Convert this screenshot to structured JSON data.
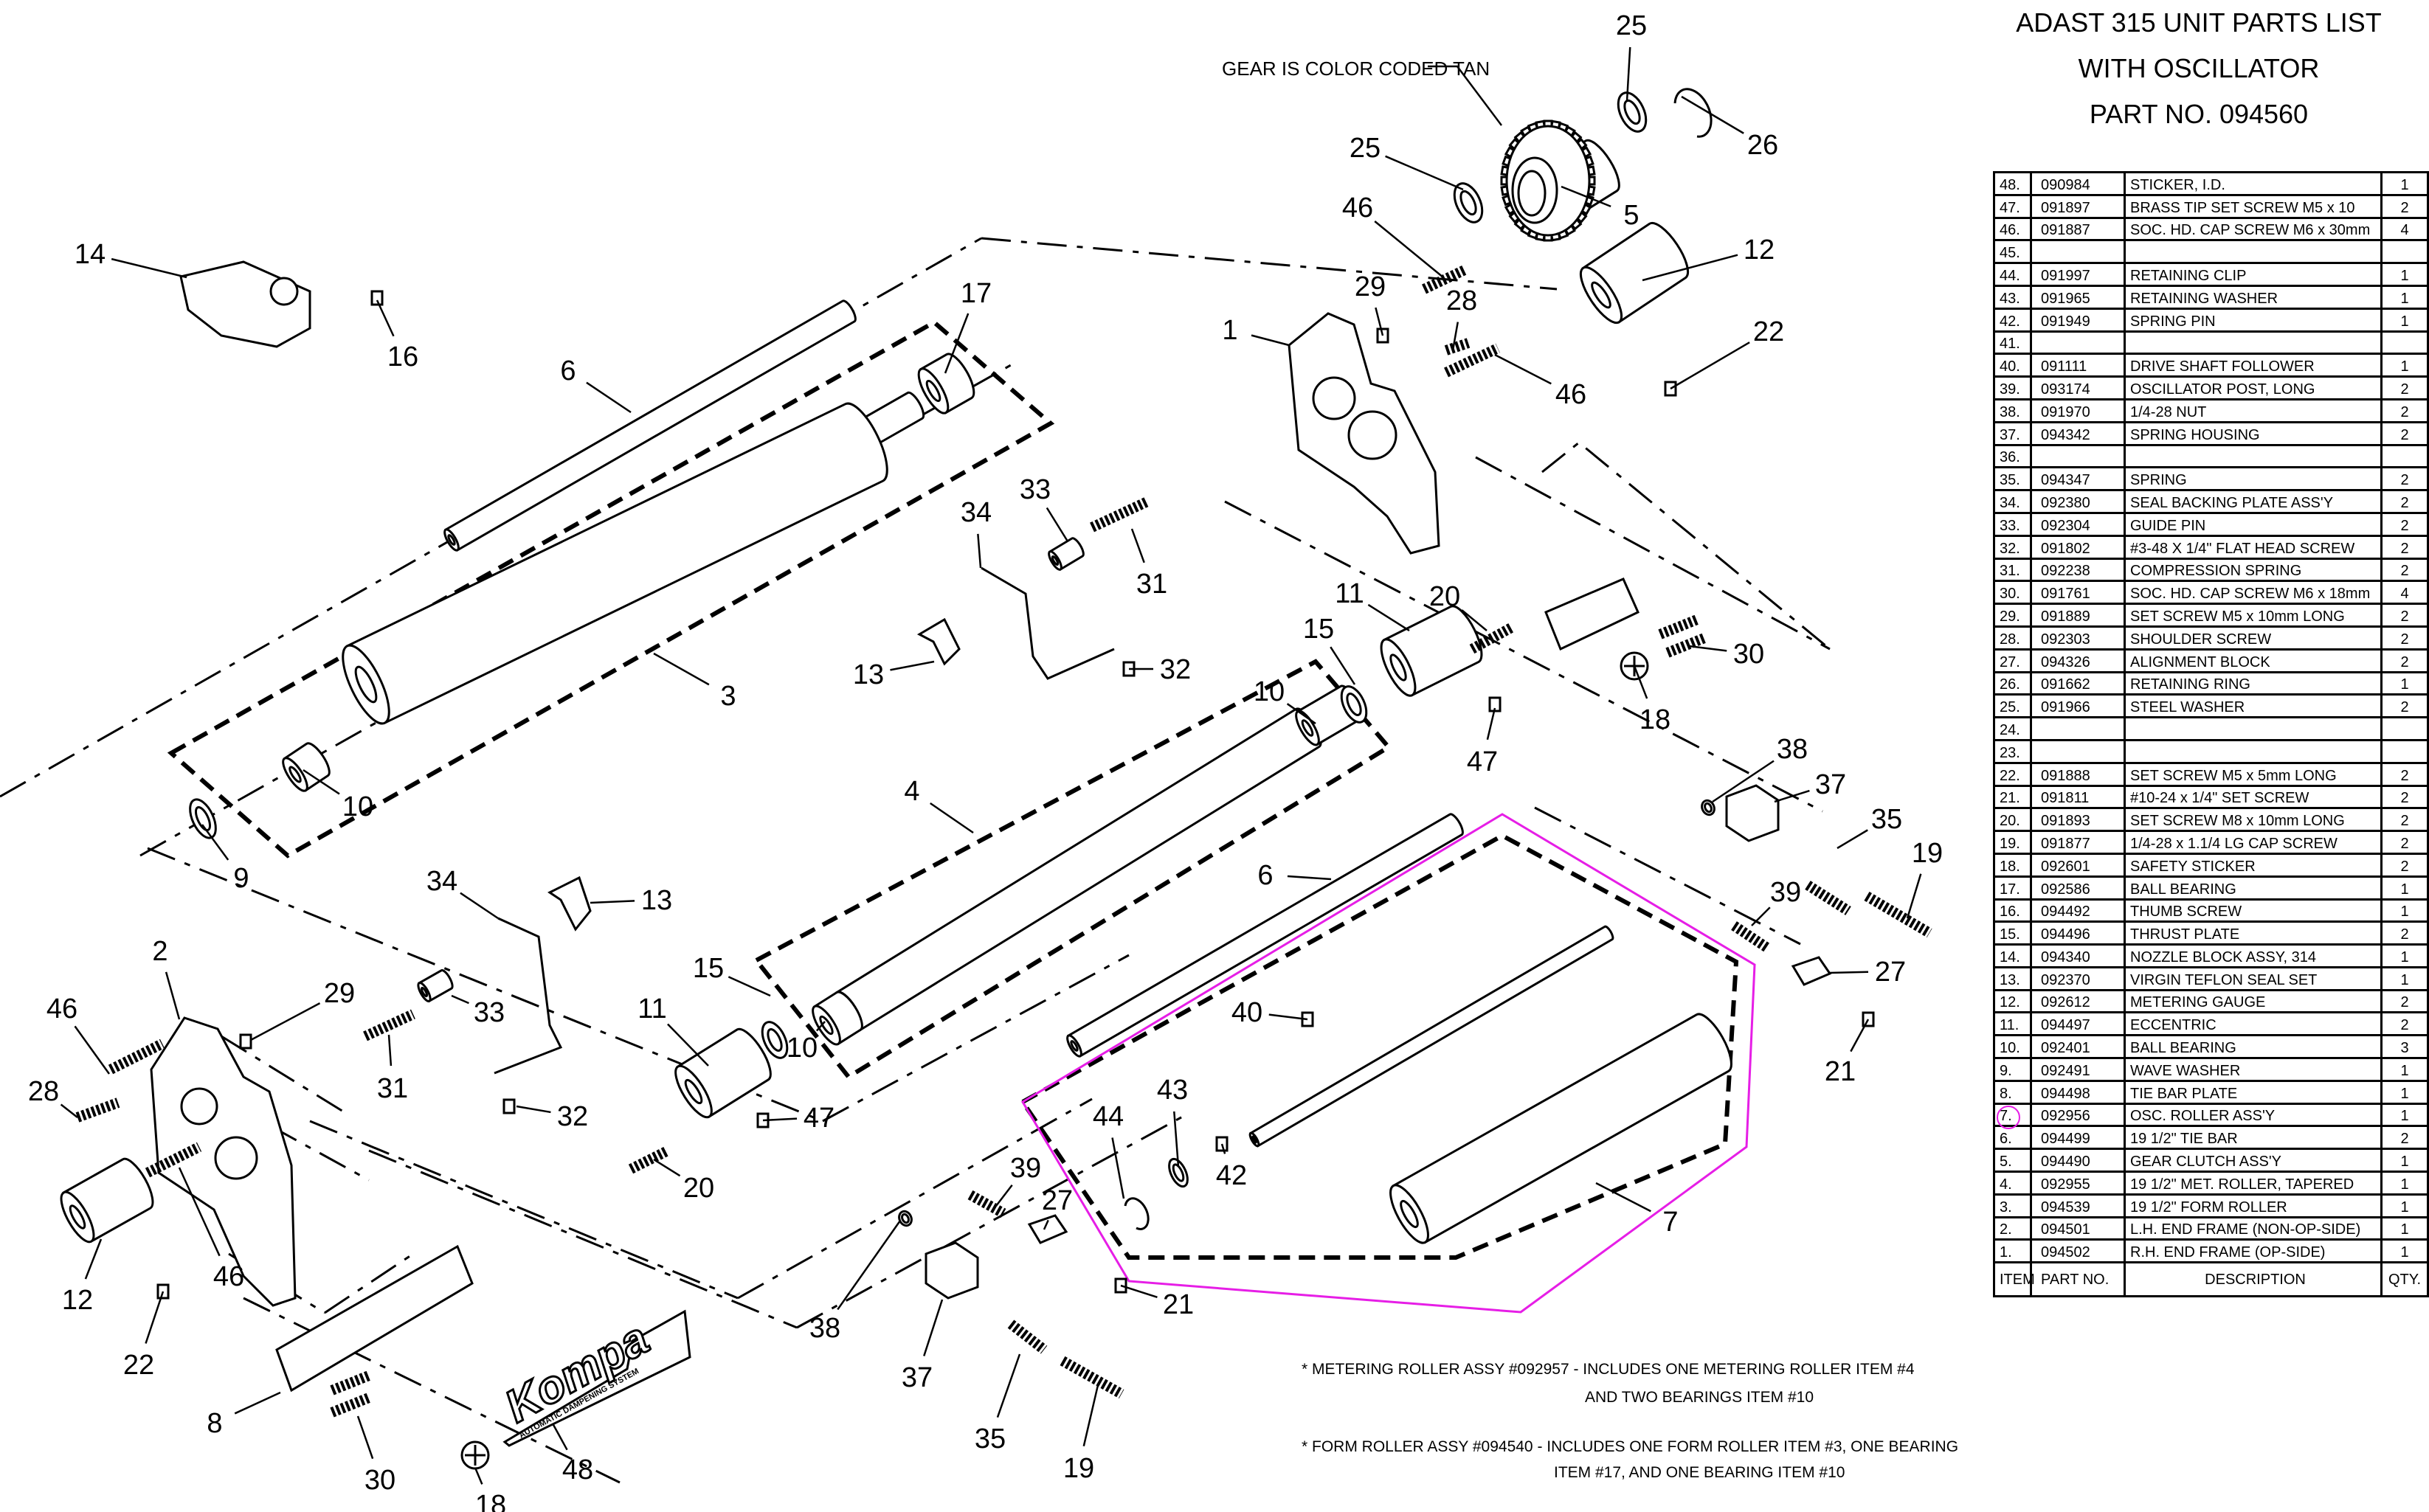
{
  "title": {
    "line1": "ADAST 315 UNIT PARTS LIST",
    "line2": "WITH OSCILLATOR",
    "line3": "PART NO. 094560"
  },
  "gear_note": "GEAR IS COLOR CODED TAN",
  "sticker_logo": "Kompa",
  "sticker_sub": "AUTOMATIC DAMPENING SYSTEM",
  "notes": {
    "metering_1": "* METERING ROLLER ASSY #092957 - INCLUDES ONE METERING ROLLER ITEM #4",
    "metering_2": "AND TWO BEARINGS ITEM #10",
    "form_1": "* FORM ROLLER ASSY #094540 - INCLUDES ONE FORM ROLLER ITEM #3, ONE BEARING",
    "form_2": "ITEM #17, AND ONE BEARING ITEM #10"
  },
  "callouts": [
    "25",
    "26",
    "25",
    "5",
    "12",
    "22",
    "46",
    "29",
    "28",
    "1",
    "46",
    "14",
    "16",
    "17",
    "6",
    "33",
    "34",
    "31",
    "13",
    "32",
    "3",
    "11",
    "20",
    "15",
    "10",
    "47",
    "30",
    "18",
    "10",
    "9",
    "4",
    "38",
    "37",
    "35",
    "19",
    "39",
    "27",
    "21",
    "6",
    "34",
    "13",
    "2",
    "46",
    "29",
    "28",
    "33",
    "31",
    "15",
    "11",
    "10",
    "32",
    "47",
    "40",
    "43",
    "44",
    "42",
    "20",
    "39",
    "27",
    "7",
    "12",
    "46",
    "21",
    "22",
    "38",
    "37",
    "8",
    "30",
    "18",
    "48",
    "35",
    "19"
  ],
  "table": {
    "headers": {
      "item": "ITEM",
      "part": "PART NO.",
      "desc": "DESCRIPTION",
      "qty": "QTY."
    },
    "highlighted_item": "7.",
    "highlight_color": "#e61ee6",
    "rows": [
      {
        "item": "48.",
        "part": "090984",
        "desc": "STICKER, I.D.",
        "qty": "1"
      },
      {
        "item": "47.",
        "part": "091897",
        "desc": "BRASS TIP SET SCREW M5 x 10",
        "qty": "2"
      },
      {
        "item": "46.",
        "part": "091887",
        "desc": "SOC. HD. CAP SCREW M6 x 30mm",
        "qty": "4"
      },
      {
        "item": "45.",
        "part": "",
        "desc": "",
        "qty": ""
      },
      {
        "item": "44.",
        "part": "091997",
        "desc": "RETAINING CLIP",
        "qty": "1"
      },
      {
        "item": "43.",
        "part": "091965",
        "desc": "RETAINING WASHER",
        "qty": "1"
      },
      {
        "item": "42.",
        "part": "091949",
        "desc": "SPRING PIN",
        "qty": "1"
      },
      {
        "item": "41.",
        "part": "",
        "desc": "",
        "qty": ""
      },
      {
        "item": "40.",
        "part": "091111",
        "desc": "DRIVE SHAFT FOLLOWER",
        "qty": "1"
      },
      {
        "item": "39.",
        "part": "093174",
        "desc": "OSCILLATOR POST, LONG",
        "qty": "2"
      },
      {
        "item": "38.",
        "part": "091970",
        "desc": "1/4-28 NUT",
        "qty": "2"
      },
      {
        "item": "37.",
        "part": "094342",
        "desc": "SPRING HOUSING",
        "qty": "2"
      },
      {
        "item": "36.",
        "part": "",
        "desc": "",
        "qty": ""
      },
      {
        "item": "35.",
        "part": "094347",
        "desc": "SPRING",
        "qty": "2"
      },
      {
        "item": "34.",
        "part": "092380",
        "desc": "SEAL BACKING PLATE ASS'Y",
        "qty": "2"
      },
      {
        "item": "33.",
        "part": "092304",
        "desc": "GUIDE PIN",
        "qty": "2"
      },
      {
        "item": "32.",
        "part": "091802",
        "desc": "#3-48 X 1/4\" FLAT HEAD SCREW",
        "qty": "2"
      },
      {
        "item": "31.",
        "part": "092238",
        "desc": "COMPRESSION SPRING",
        "qty": "2"
      },
      {
        "item": "30.",
        "part": "091761",
        "desc": "SOC. HD. CAP SCREW M6 x 18mm",
        "qty": "4"
      },
      {
        "item": "29.",
        "part": "091889",
        "desc": "SET SCREW M5 x 10mm LONG",
        "qty": "2"
      },
      {
        "item": "28.",
        "part": "092303",
        "desc": "SHOULDER SCREW",
        "qty": "2"
      },
      {
        "item": "27.",
        "part": "094326",
        "desc": "ALIGNMENT BLOCK",
        "qty": "2"
      },
      {
        "item": "26.",
        "part": "091662",
        "desc": "RETAINING RING",
        "qty": "1"
      },
      {
        "item": "25.",
        "part": "091966",
        "desc": "STEEL WASHER",
        "qty": "2"
      },
      {
        "item": "24.",
        "part": "",
        "desc": "",
        "qty": ""
      },
      {
        "item": "23.",
        "part": "",
        "desc": "",
        "qty": ""
      },
      {
        "item": "22.",
        "part": "091888",
        "desc": "SET SCREW M5 x 5mm LONG",
        "qty": "2"
      },
      {
        "item": "21.",
        "part": "091811",
        "desc": "#10-24 x 1/4\" SET SCREW",
        "qty": "2"
      },
      {
        "item": "20.",
        "part": "091893",
        "desc": "SET SCREW M8 x 10mm LONG",
        "qty": "2"
      },
      {
        "item": "19.",
        "part": "091877",
        "desc": "1/4-28 x 1.1/4 LG CAP SCREW",
        "qty": "2"
      },
      {
        "item": "18.",
        "part": "092601",
        "desc": "SAFETY STICKER",
        "qty": "2"
      },
      {
        "item": "17.",
        "part": "092586",
        "desc": "BALL BEARING",
        "qty": "1"
      },
      {
        "item": "16.",
        "part": "094492",
        "desc": "THUMB SCREW",
        "qty": "1"
      },
      {
        "item": "15.",
        "part": "094496",
        "desc": "THRUST PLATE",
        "qty": "2"
      },
      {
        "item": "14.",
        "part": "094340",
        "desc": "NOZZLE BLOCK ASSY, 314",
        "qty": "1"
      },
      {
        "item": "13.",
        "part": "092370",
        "desc": "VIRGIN TEFLON SEAL SET",
        "qty": "1"
      },
      {
        "item": "12.",
        "part": "092612",
        "desc": "METERING GAUGE",
        "qty": "2"
      },
      {
        "item": "11.",
        "part": "094497",
        "desc": "ECCENTRIC",
        "qty": "2"
      },
      {
        "item": "10.",
        "part": "092401",
        "desc": "BALL BEARING",
        "qty": "3"
      },
      {
        "item": "9.",
        "part": "092491",
        "desc": "WAVE WASHER",
        "qty": "1"
      },
      {
        "item": "8.",
        "part": "094498",
        "desc": "TIE BAR PLATE",
        "qty": "1"
      },
      {
        "item": "7.",
        "part": "092956",
        "desc": "OSC. ROLLER ASS'Y",
        "qty": "1"
      },
      {
        "item": "6.",
        "part": "094499",
        "desc": "19 1/2\" TIE BAR",
        "qty": "2"
      },
      {
        "item": "5.",
        "part": "094490",
        "desc": "GEAR CLUTCH ASS'Y",
        "qty": "1"
      },
      {
        "item": "4.",
        "part": "092955",
        "desc": "19 1/2\" MET. ROLLER, TAPERED",
        "qty": "1"
      },
      {
        "item": "3.",
        "part": "094539",
        "desc": "19 1/2\" FORM ROLLER",
        "qty": "1"
      },
      {
        "item": "2.",
        "part": "094501",
        "desc": "L.H. END FRAME (NON-OP-SIDE)",
        "qty": "1"
      },
      {
        "item": "1.",
        "part": "094502",
        "desc": "R.H. END FRAME (OP-SIDE)",
        "qty": "1"
      }
    ]
  }
}
